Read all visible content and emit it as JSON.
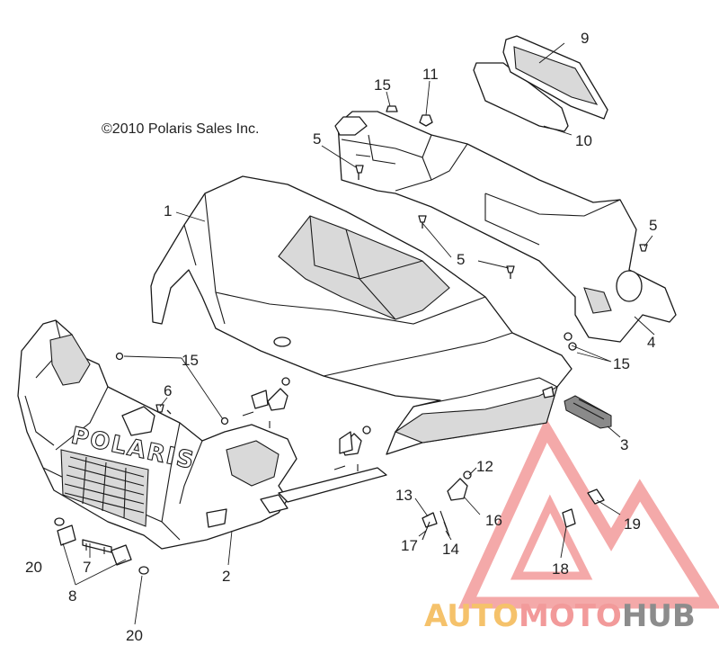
{
  "copyright": "©2010 Polaris Sales Inc.",
  "callouts": {
    "c1": "1",
    "c2": "2",
    "c3": "3",
    "c4": "4",
    "c5a": "5",
    "c5b": "5",
    "c5c": "5",
    "c6": "6",
    "c7": "7",
    "c8": "8",
    "c9": "9",
    "c10": "10",
    "c11": "11",
    "c12": "12",
    "c13": "13",
    "c14": "14",
    "c15a": "15",
    "c15b": "15",
    "c15c": "15",
    "c16": "16",
    "c17": "17",
    "c18": "18",
    "c19": "19",
    "c20a": "20",
    "c20b": "20"
  },
  "logo_text": "POLARIS",
  "watermark": {
    "part1": "AUTO",
    "part2": "MOTO",
    "part3": "HUB",
    "color1": "#f5c26b",
    "color2": "#f29a9a",
    "color3": "#8c8c8c"
  }
}
